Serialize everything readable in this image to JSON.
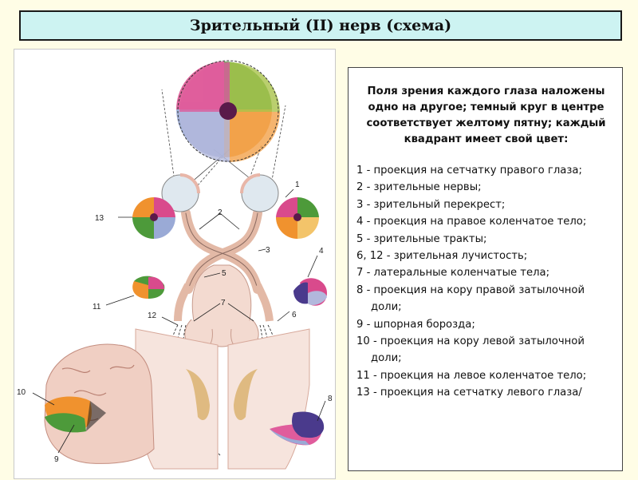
{
  "title": "Зрительный (II) нерв (схема)",
  "description_heading": "Поля зрения каждого глаза наложены одно на другое; темный круг в центре соответствует желтому пятну; каждый квадрант имеет свой цвет:",
  "legend": [
    "1 - проекция на сетчатку правого глаза;",
    "2 - зрительные нервы;",
    "3 - зрительный перекрест;",
    "4 - проекция на правое коленчатое тело;",
    "5 - зрительные тракты;",
    "6, 12 - зрительная лучистость;",
    "7 - латеральные коленчатые тела;",
    "8 - проекция на кору правой затылочной доли;",
    "9 - шпорная борозда;",
    "10 - проекция на кору левой затылочной доли;",
    "11 - проекция на левое коленчатое тело;",
    "13 - проекция на сетчатку левого глаза/"
  ],
  "diagram_labels": {
    "n1": "1",
    "n2": "2",
    "n3": "3",
    "n4": "4",
    "n5": "5",
    "n6": "6",
    "n7": "7",
    "n8": "8",
    "n9": "9",
    "n10": "10",
    "n11": "11",
    "n12": "12",
    "n13": "13"
  },
  "colors": {
    "quadrant_upper_left": "#d94a8c",
    "quadrant_upper_right": "#4d9a3a",
    "quadrant_lower_left": "#9aaad6",
    "quadrant_lower_right": "#f0922e",
    "macula": "#5a1a4a",
    "nerve_tissue": "#e3b9a6",
    "brain_tissue": "#f3dad0"
  }
}
